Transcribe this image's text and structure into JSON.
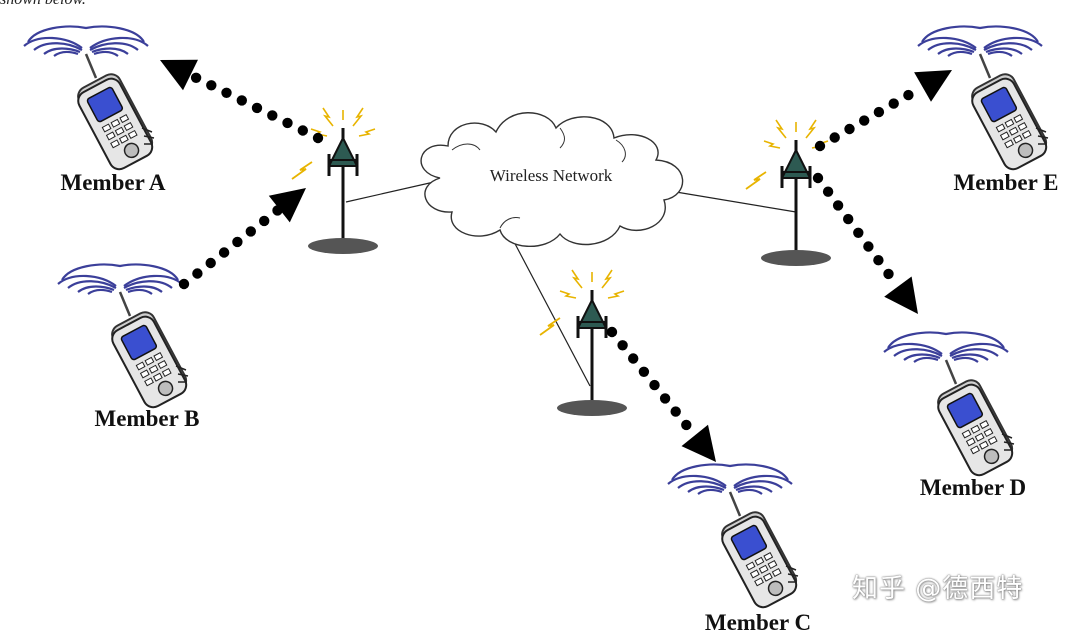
{
  "caption": "shown below.",
  "network": {
    "label": "Wireless Network"
  },
  "members": {
    "a": "Member A",
    "b": "Member B",
    "c": "Member C",
    "d": "Member D",
    "e": "Member E"
  },
  "watermark": "知乎 @德西特",
  "colors": {
    "signal_waves": "#3b3f9a",
    "phone_screen": "#3a4fd0",
    "phone_body": "#d8d8d8",
    "tower_signal": "#e8b400",
    "tower_base": "#555555",
    "arrow": "#000000"
  }
}
